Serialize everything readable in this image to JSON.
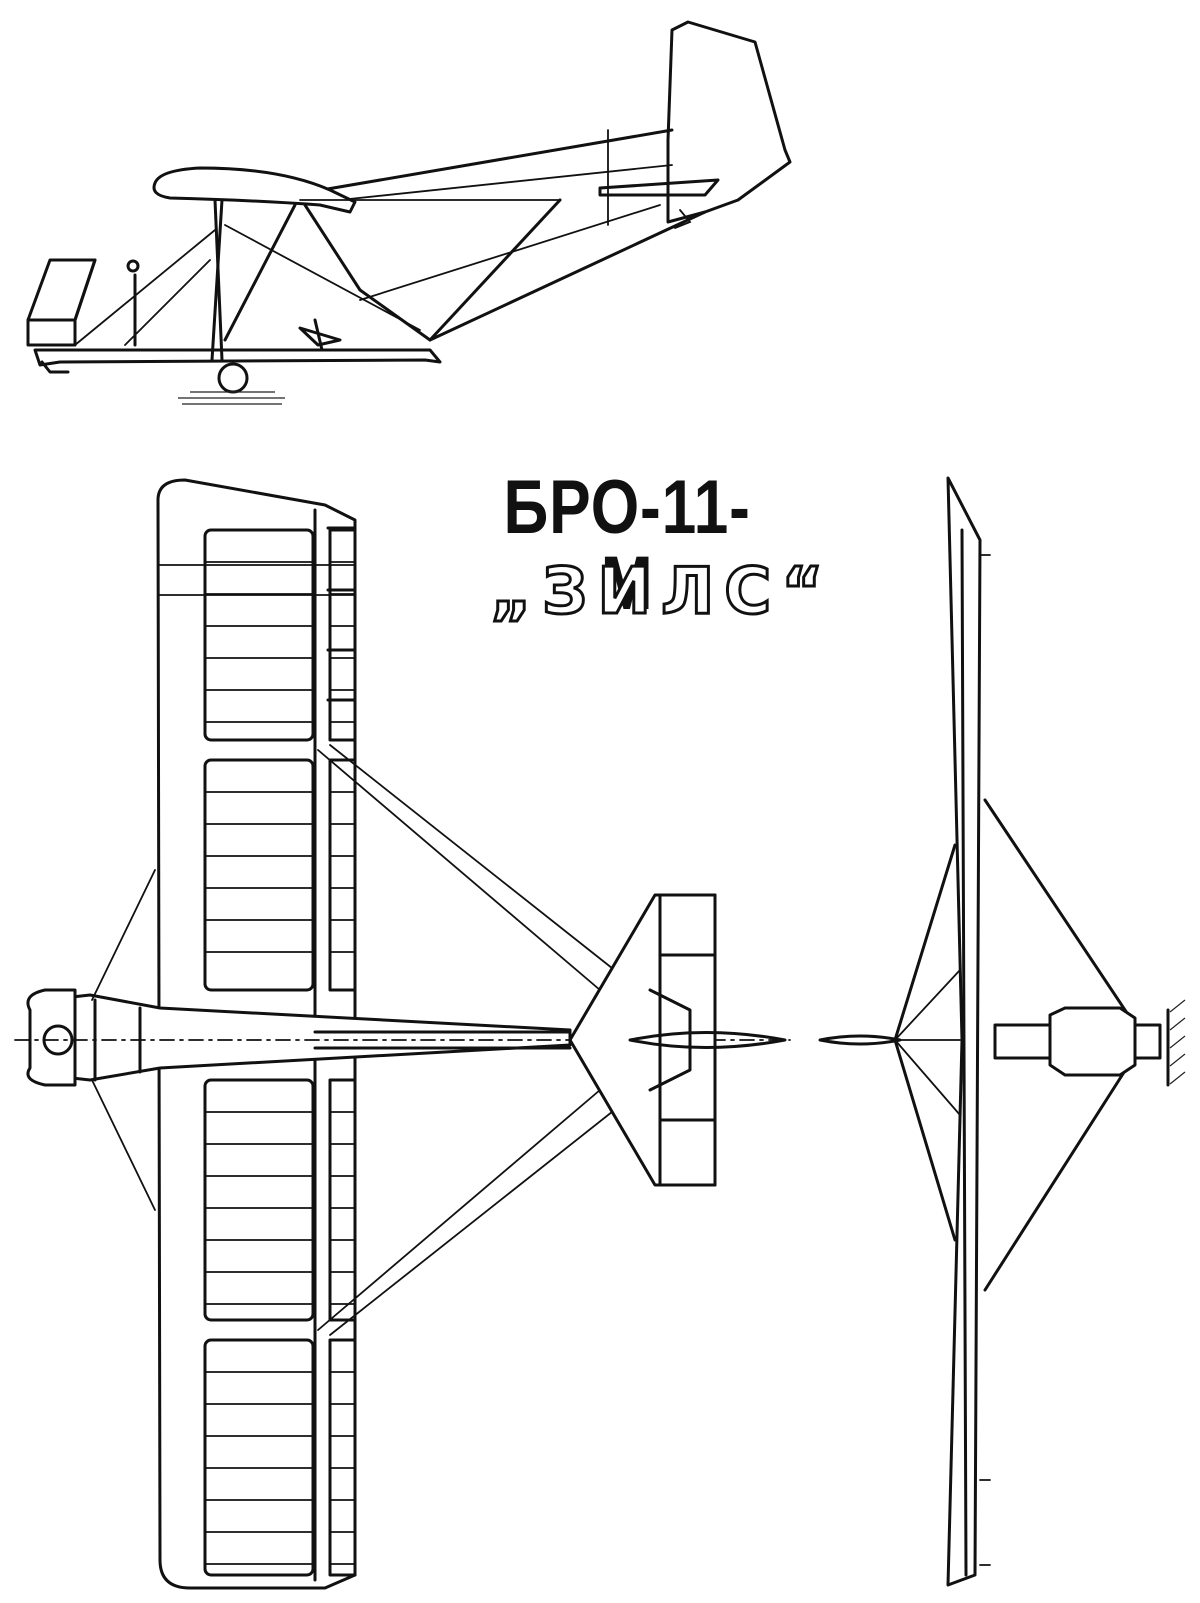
{
  "title": "БРО-11-М",
  "subtitle": "„ЗИЛС“",
  "colors": {
    "ink": "#111111",
    "paper": "#ffffff"
  },
  "views": [
    "side-view",
    "top-view",
    "front-view"
  ]
}
